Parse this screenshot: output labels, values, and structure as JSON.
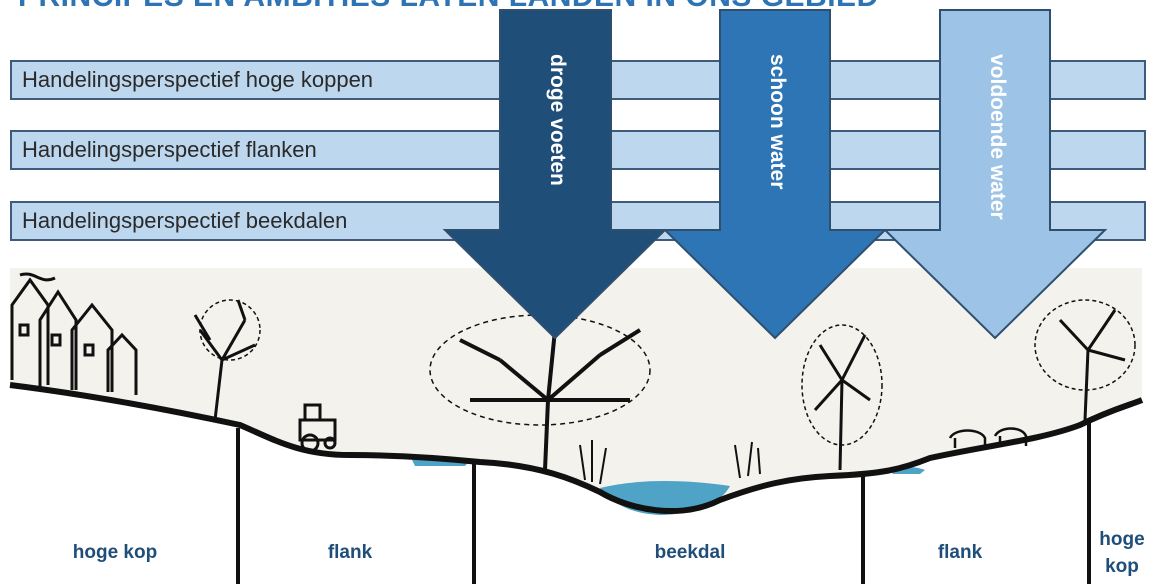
{
  "title": "PRINCIPES EN AMBITIES LATEN LANDEN IN ONS GEBIED",
  "bands": [
    {
      "label": "Handelingsperspectief hoge koppen"
    },
    {
      "label": "Handelingsperspectief flanken"
    },
    {
      "label": "Handelingsperspectief beekdalen"
    }
  ],
  "arrows": [
    {
      "label": "droge voeten",
      "color": "#1f4e79"
    },
    {
      "label": "schoon water",
      "color": "#2e75b6"
    },
    {
      "label": "voldoende water",
      "color": "#9dc3e6"
    }
  ],
  "zones": [
    {
      "label": "hoge kop"
    },
    {
      "label": "flank"
    },
    {
      "label": "beekdal"
    },
    {
      "label": "flank"
    },
    {
      "label": "hoge kop"
    }
  ],
  "colors": {
    "band_fill": "#bdd7ee",
    "water": "#4fa3c7",
    "ground": "#111111",
    "label_blue": "#1f4e79"
  }
}
